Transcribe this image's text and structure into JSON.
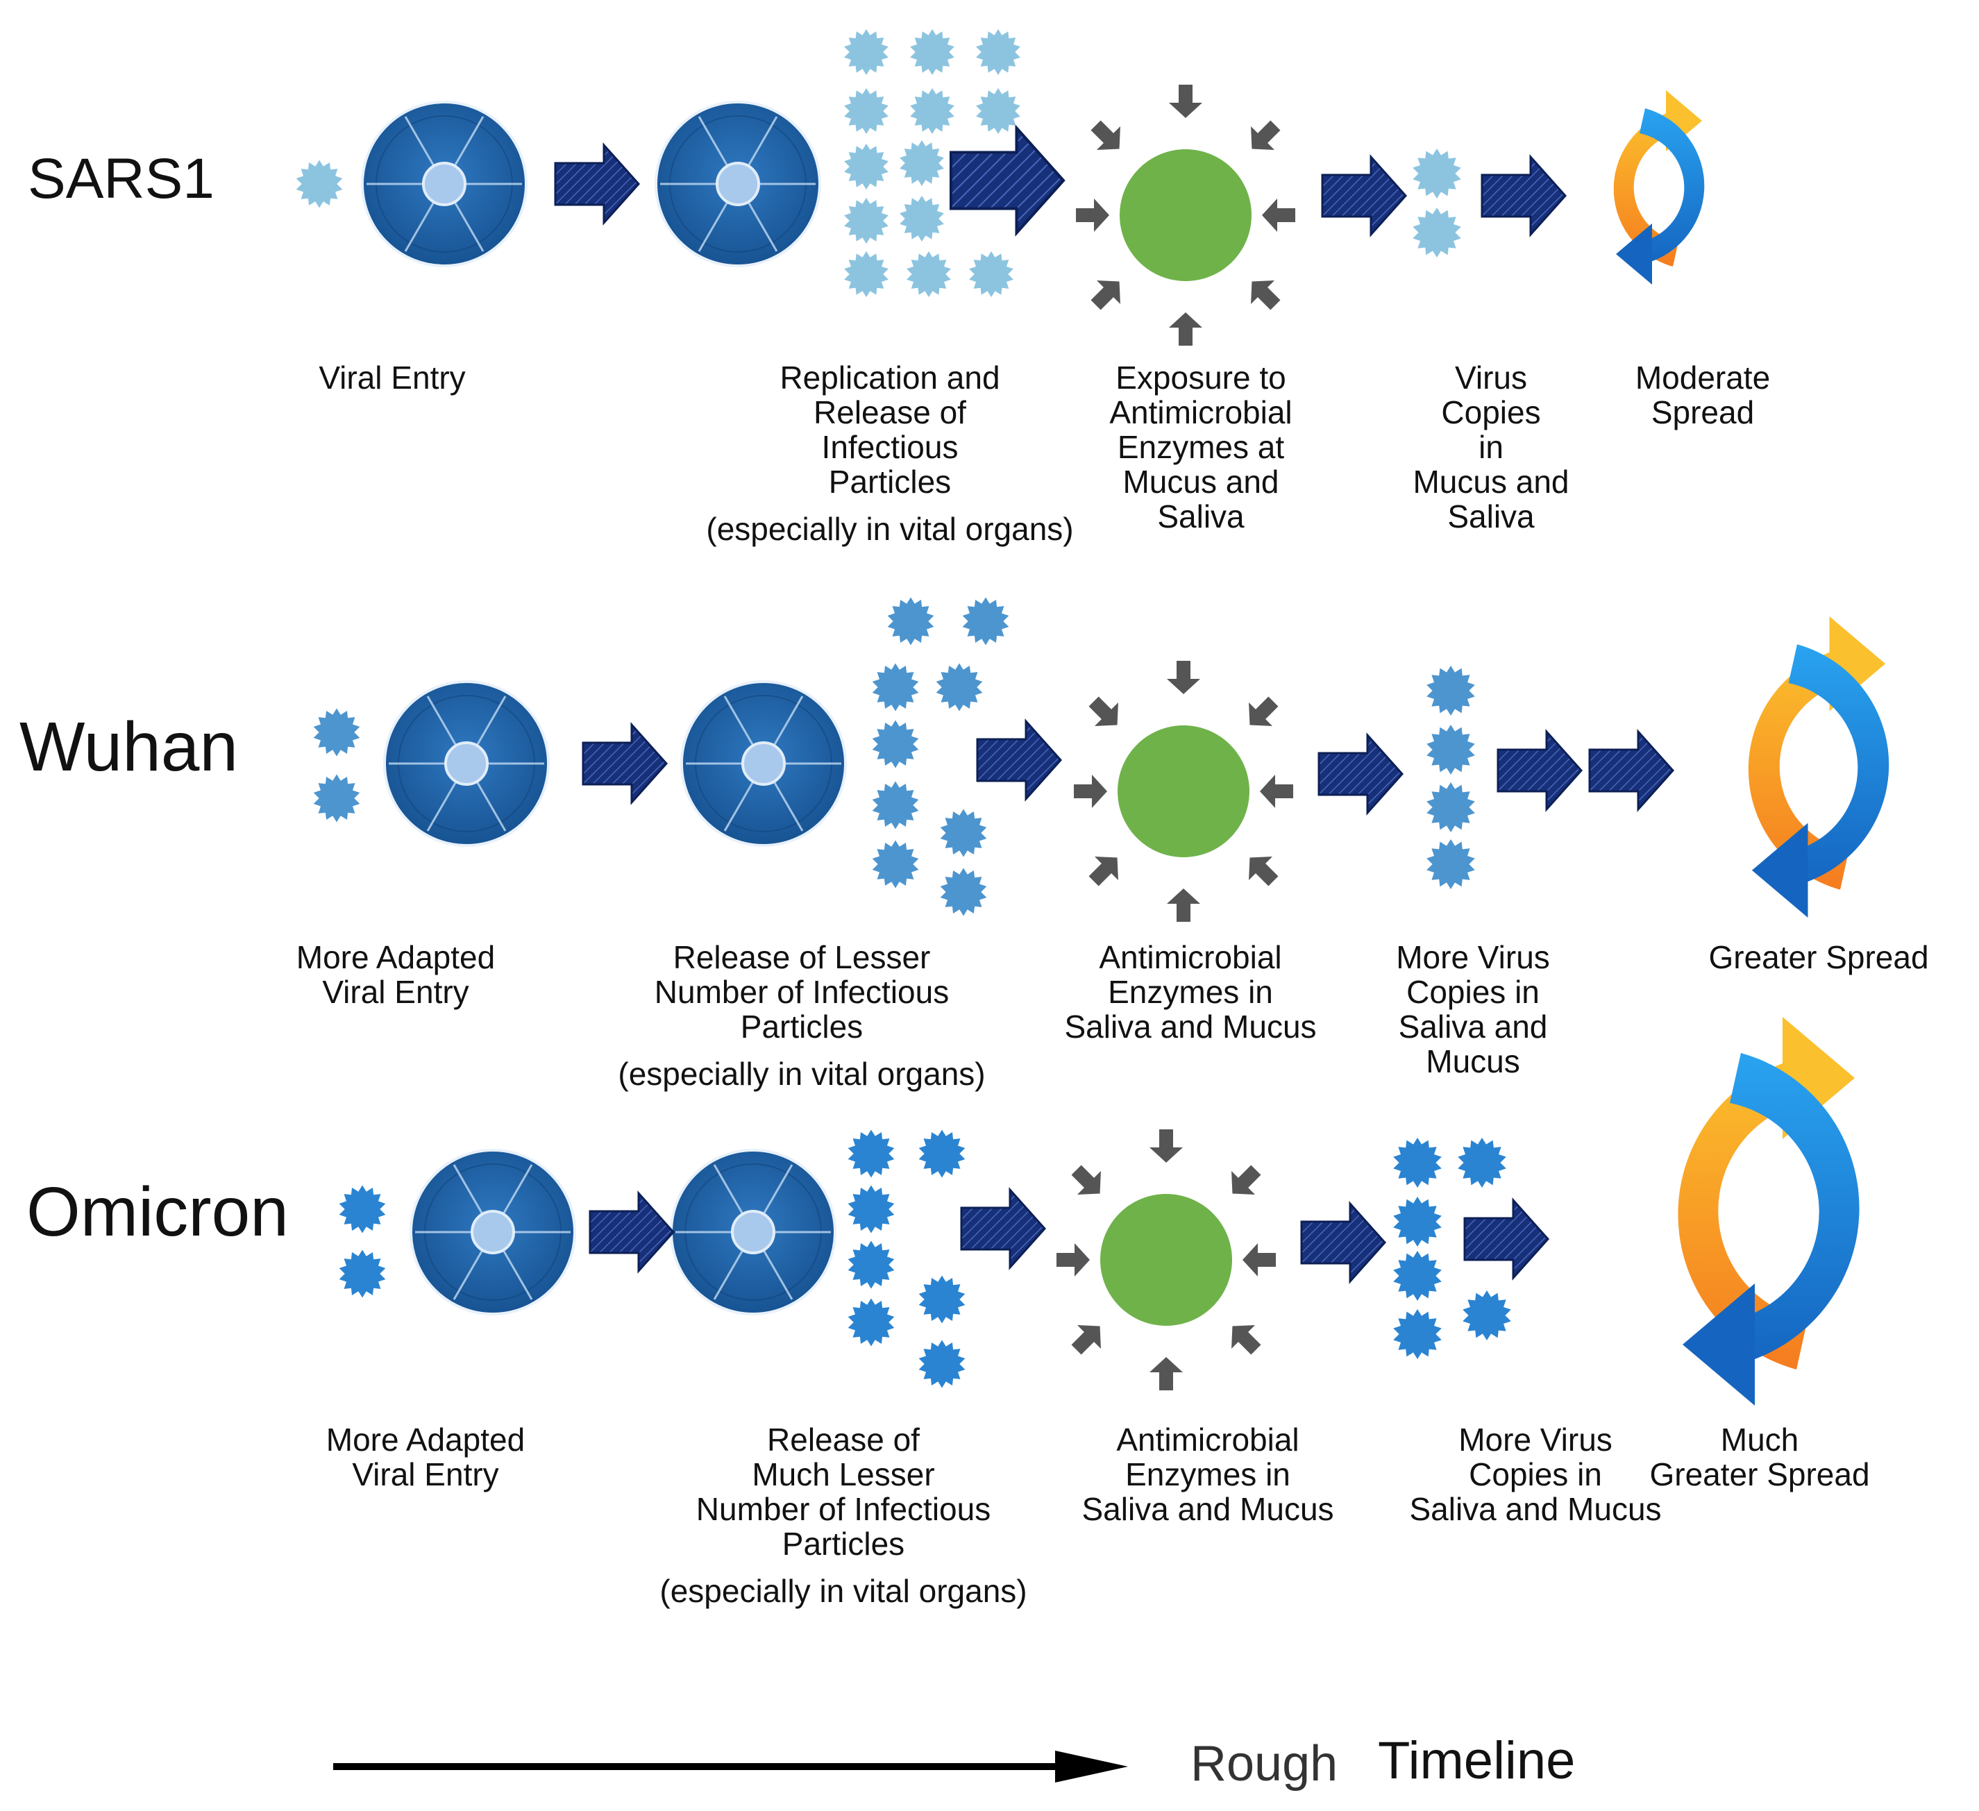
{
  "colors": {
    "virus_light": "#8cc4e0",
    "virus_mid": "#4d95cf",
    "virus_dark": "#2a84d2",
    "cell_outer": "#1b5ca0",
    "cell_nucleus": "#a8c8ec",
    "arrow_fill": "#17307a",
    "arrow_stripe": "#4a66b8",
    "enzyme_circle": "#6fb24a",
    "enzyme_arrow": "#555555",
    "cycle_orange": "#f5a623",
    "cycle_blue": "#1f8ee8",
    "text": "#111111"
  },
  "icons": {
    "virus": "spiky-virus-icon",
    "cell": "host-cell-icon",
    "flow_arrow": "striped-block-arrow-icon",
    "enzyme": "enzyme-exposure-icon",
    "spread": "circular-spread-cycle-icon"
  },
  "rows": [
    {
      "name": "SARS1",
      "captions": [
        [
          "Viral  Entry"
        ],
        [
          "Replication and",
          "Release of",
          "Infectious",
          "Particles",
          "(especially in vital organs)"
        ],
        [
          "Exposure to",
          "Antimicrobial",
          "Enzymes at",
          "Mucus and",
          "Saliva"
        ],
        [
          "Virus",
          "Copies",
          "in",
          "Mucus and",
          "Saliva"
        ],
        [
          "Moderate",
          "Spread"
        ]
      ]
    },
    {
      "name": "Wuhan",
      "captions": [
        [
          "More Adapted",
          "Viral Entry"
        ],
        [
          "Release of  Lesser",
          "Number of  Infectious",
          "Particles",
          "(especially in vital organs)"
        ],
        [
          "Antimicrobial",
          "Enzymes in",
          "Saliva and Mucus"
        ],
        [
          "More Virus",
          "Copies in",
          "Saliva and",
          "Mucus"
        ],
        [
          "Greater Spread"
        ]
      ]
    },
    {
      "name": "Omicron",
      "captions": [
        [
          "More Adapted",
          "Viral Entry"
        ],
        [
          "Release of",
          "Much Lesser",
          "Number of  Infectious",
          "Particles",
          "(especially in vital organs)"
        ],
        [
          "Antimicrobial",
          "Enzymes in",
          "Saliva and Mucus"
        ],
        [
          "More Virus",
          "Copies in",
          "Saliva and Mucus"
        ],
        [
          "Much",
          "Greater Spread"
        ]
      ]
    }
  ],
  "timeline": {
    "word1": "Rough",
    "word2": "Timeline"
  }
}
